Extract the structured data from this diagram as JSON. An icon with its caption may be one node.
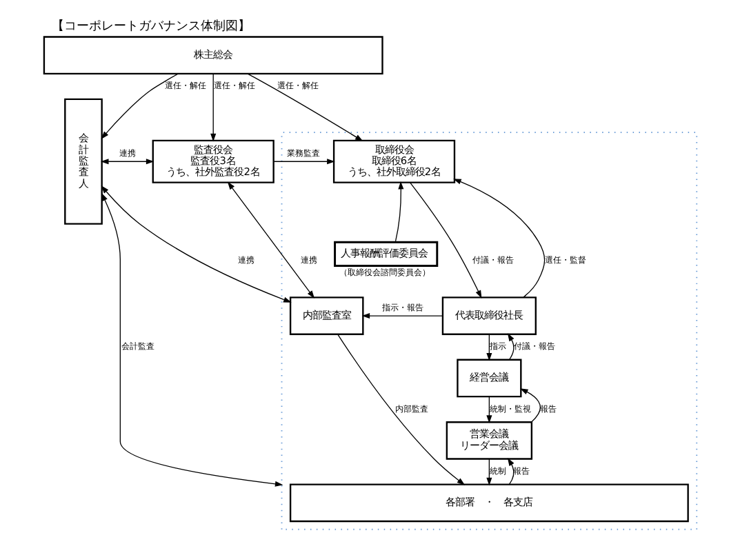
{
  "diagram": {
    "title": "【コーポレートガバナンス体制図】",
    "nodes": [
      {
        "text": [
          "株主総会"
        ]
      },
      {
        "text": [
          "会計監査人"
        ]
      },
      {
        "text": [
          "監査役会",
          "監査役3名",
          "うち、社外監査役2名"
        ]
      },
      {
        "text": [],
        "shape": "box"
      },
      {
        "text": [
          "取締役会",
          "取締役6名",
          "うち、社外取締役2名"
        ],
        "in": 3
      },
      {
        "text": [
          "人事報酬評価委員会"
        ],
        "beside": [
          "（取締役会諮問委員会）"
        ],
        "in": 3
      },
      {
        "text": [
          "代表取締役社長"
        ],
        "in": 3
      },
      {
        "text": [
          "内部監査室"
        ],
        "in": 3
      },
      {
        "text": [
          "経営会議"
        ],
        "in": 3
      },
      {
        "text": [
          "営業会議",
          "リーダー会議"
        ],
        "in": 3
      },
      {
        "text": [
          "各部署　・　各支店"
        ],
        "in": 3
      }
    ],
    "edges": [
      {
        "from": 0,
        "to": 1,
        "label": "選任・解任",
        "arrow": "to"
      },
      {
        "from": 0,
        "to": 2,
        "label": "選任・解任",
        "arrow": "to"
      },
      {
        "from": 0,
        "to": 4,
        "label": "選任・解任",
        "arrow": "to"
      },
      {
        "from": 1,
        "to": 2,
        "label": "連携",
        "arrow": "both"
      },
      {
        "from": 2,
        "to": 4,
        "label": "業務監査",
        "arrow": "to"
      },
      {
        "from": 5,
        "to": 4,
        "arrow": "to"
      },
      {
        "from": 6,
        "to": 4,
        "label": "選任・監督",
        "arrow": "to"
      },
      {
        "from": 4,
        "to": 6,
        "label": "付議・報告",
        "arrow": "to"
      },
      {
        "from": 6,
        "to": 8,
        "label": "指示",
        "arrow": "to"
      },
      {
        "from": 8,
        "to": 6,
        "label": "付議・報告",
        "arrow": "to"
      },
      {
        "from": 6,
        "to": 7,
        "label": "指示・報告",
        "arrow": "to"
      },
      {
        "from": 2,
        "to": 7,
        "label": "連携",
        "arrow": "both"
      },
      {
        "from": 1,
        "to": 3,
        "label": "会計監査",
        "arrow": "both"
      },
      {
        "from": 1,
        "to": 7,
        "label": "連携",
        "arrow": "both"
      },
      {
        "from": 7,
        "to": 10,
        "label": "内部監査",
        "arrow": "to"
      },
      {
        "from": 8,
        "to": 9,
        "label": "統制・監視",
        "arrow": "to"
      },
      {
        "from": 9,
        "to": 8,
        "label": "報告",
        "arrow": "to"
      },
      {
        "from": 9,
        "to": 10,
        "label": "統制",
        "arrow": "to"
      },
      {
        "from": 10,
        "to": 9,
        "label": "報告",
        "arrow": "to"
      }
    ]
  }
}
